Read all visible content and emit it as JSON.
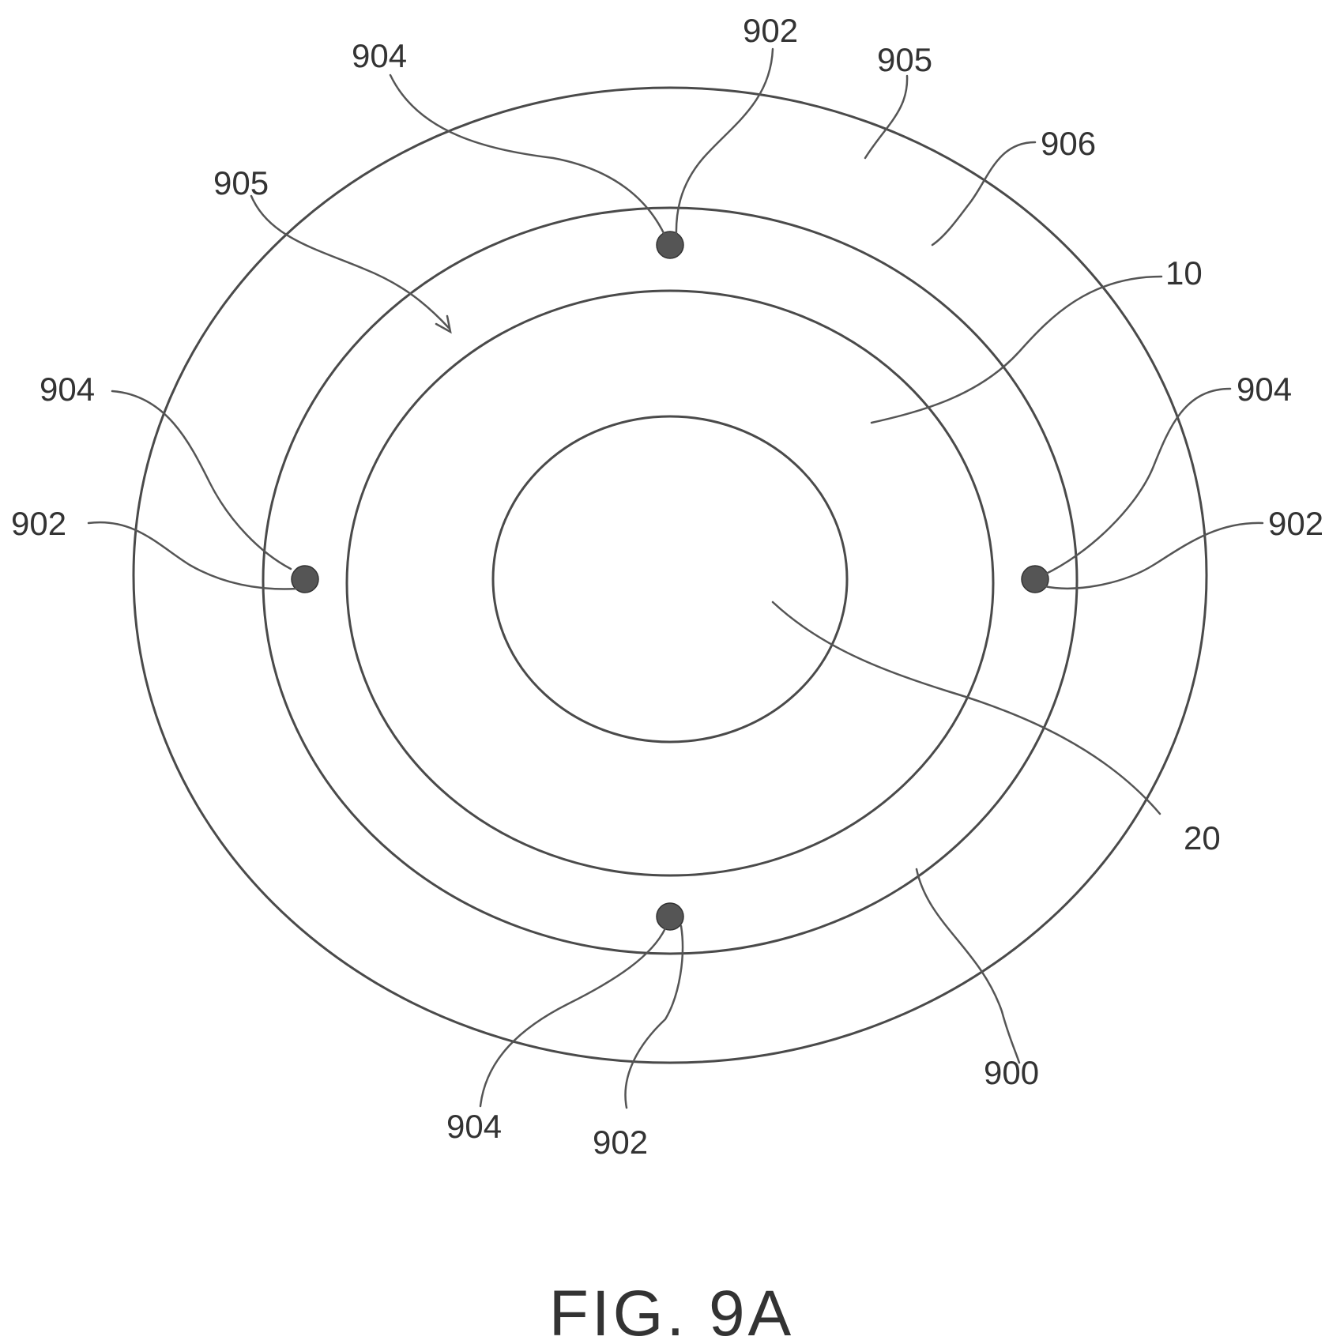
{
  "figure": {
    "caption": "FIG. 9A",
    "labels": {
      "l902_top": "902",
      "l904_topleft": "904",
      "l905_top": "905",
      "l906": "906",
      "l905_left": "905",
      "l10": "10",
      "l904_left": "904",
      "l902_left": "902",
      "l904_right": "904",
      "l902_right": "902",
      "l20": "20",
      "l900": "900",
      "l904_bottom": "904",
      "l902_bottom": "902"
    }
  }
}
